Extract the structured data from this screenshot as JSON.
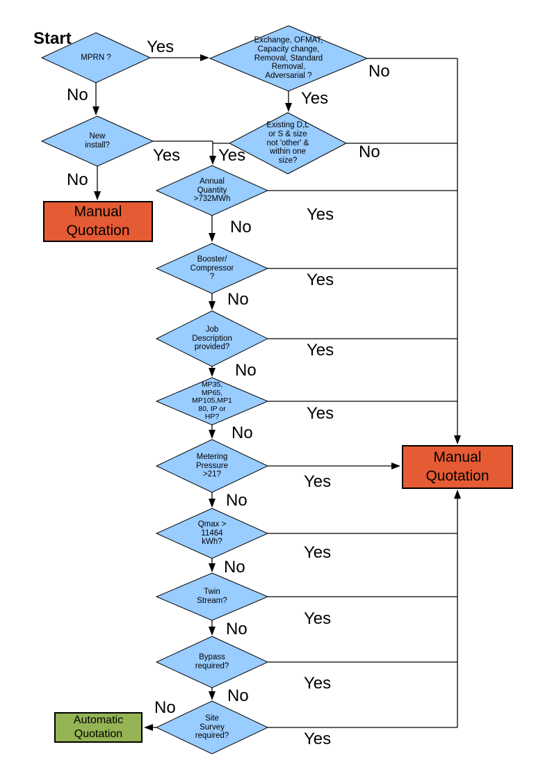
{
  "diagram": {
    "start_label": "Start",
    "edge_labels": {
      "yes": "Yes",
      "no": "No"
    },
    "nodes": {
      "mprn": "MPRN ?",
      "exchange": "Exchange, OFMAT,\nCapacity change,\nRemoval, Standard\nRemoval,\nAdversarial ?",
      "new_install": "New\ninstall?",
      "existing_size": "Existing D,L\nor S & size\nnot 'other' &\nwithin one\nsize?",
      "annual_quantity": "Annual\nQuantity\n>732MWh",
      "booster": "Booster/\nCompressor\n?",
      "job_description": "Job\nDescription\nprovided?",
      "pressure_tier": "MP35,\nMP65,\nMP105,MP1\n80, IP or\nHP?",
      "metering_pressure": "Metering\nPressure\n>21?",
      "qmax": "Qmax >\n11464\nkWh?",
      "twin_stream": "Twin\nStream?",
      "bypass": "Bypass\nrequired?",
      "site_survey": "Site\nSurvey\nrequired?",
      "manual_quotation_left": "Manual\nQuotation",
      "manual_quotation_right": "Manual\nQuotation",
      "automatic_quotation": "Automatic\nQuotation"
    },
    "colors": {
      "decision_fill": "#99CCFF",
      "manual_fill": "#E55B33",
      "automatic_fill": "#94B455",
      "line": "#000000",
      "text": "#000000"
    }
  }
}
